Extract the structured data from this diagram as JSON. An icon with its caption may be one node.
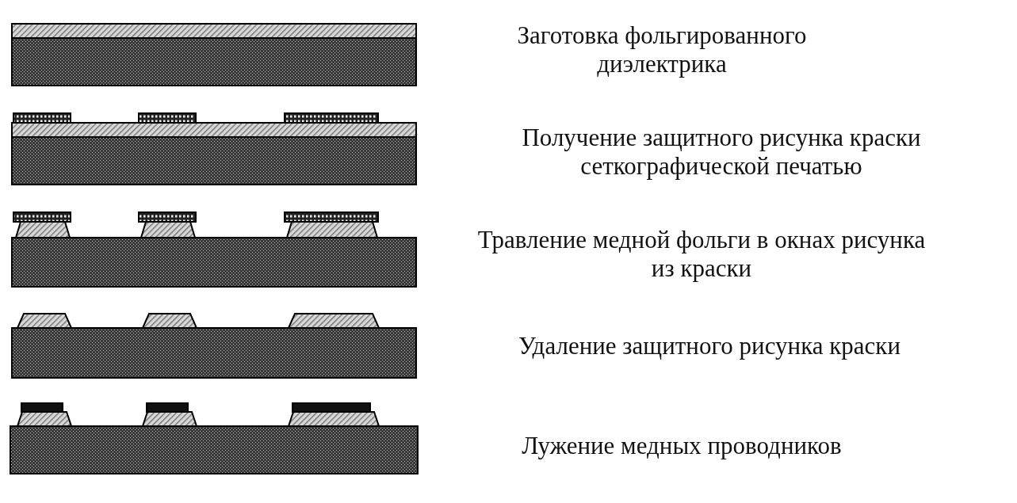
{
  "diagram": {
    "labels": [
      "Заготовка фольгированного диэлектрика",
      "Получение защитного рисунка краски сеткографической печатью",
      "Травление медной фольги в окнах рисунка из краски",
      "Удаление защитного рисунка краски",
      "Лужение медных проводников"
    ]
  }
}
